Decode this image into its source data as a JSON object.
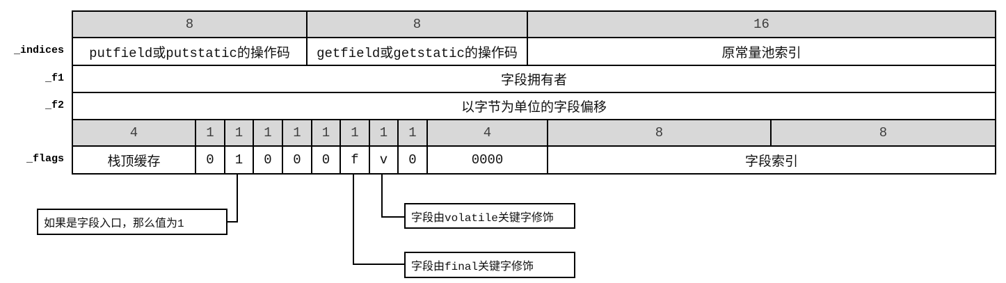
{
  "table": {
    "indices": {
      "label": "_indices",
      "widths": [
        "8",
        "8",
        "16"
      ],
      "cells": [
        "putfield或putstatic的操作码",
        "getfield或getstatic的操作码",
        "原常量池索引"
      ]
    },
    "f1": {
      "label": "_f1",
      "cell": "字段拥有者"
    },
    "f2": {
      "label": "_f2",
      "cell": "以字节为单位的字段偏移"
    },
    "flags": {
      "label": "_flags",
      "widths": [
        "4",
        "1",
        "1",
        "1",
        "1",
        "1",
        "1",
        "1",
        "1",
        "4",
        "8",
        "8"
      ],
      "cells": [
        "栈顶缓存",
        "0",
        "1",
        "0",
        "0",
        "0",
        "f",
        "v",
        "0",
        "0000",
        "字段索引"
      ]
    }
  },
  "annotations": {
    "entry": {
      "text": "如果是字段入口，那么值为1"
    },
    "volatile": {
      "text": "字段由volatile关键字修饰"
    },
    "final": {
      "text": "字段由final关键字修饰"
    }
  },
  "colors": {
    "header_fill": "#d8d8d8",
    "border": "#000000",
    "background": "#ffffff"
  }
}
